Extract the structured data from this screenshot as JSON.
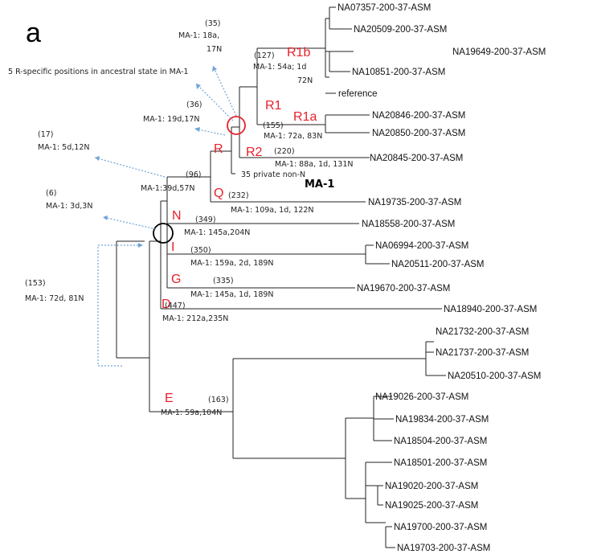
{
  "panel_label": "a",
  "leaves": [
    "NA07357-200-37-ASM",
    "NA20509-200-37-ASM",
    "NA19649-200-37-ASM",
    "NA10851-200-37-ASM",
    "reference",
    "NA20846-200-37-ASM",
    "NA20850-200-37-ASM",
    "NA20845-200-37-ASM",
    "NA19735-200-37-ASM",
    "NA18558-200-37-ASM",
    "NA06994-200-37-ASM",
    "NA20511-200-37-ASM",
    "NA19670-200-37-ASM",
    "NA18940-200-37-ASM",
    "NA21732-200-37-ASM",
    "NA21737-200-37-ASM",
    "NA20510-200-37-ASM",
    "NA19026-200-37-ASM",
    "NA19834-200-37-ASM",
    "NA18504-200-37-ASM",
    "NA18501-200-37-ASM",
    "NA19020-200-37-ASM",
    "NA19025-200-37-ASM",
    "NA19700-200-37-ASM",
    "NA19703-200-37-ASM"
  ],
  "sample_label": "MA-1",
  "private_note": "35 private non-N",
  "haplogroups": [
    "R1b",
    "R1",
    "R1a",
    "R",
    "R2",
    "Q",
    "N",
    "I",
    "G",
    "D",
    "E"
  ],
  "branch_counts": [
    "(127)",
    "(155)",
    "(220)",
    "(96)",
    "(232)",
    "(349)",
    "(350)",
    "(335)",
    "(447)",
    "(163)"
  ],
  "branch_notes": [
    "MA-1: 54a; 1d",
    "72N",
    "MA-1: 72a, 83N",
    "MA-1: 88a, 1d, 131N",
    "MA-1:39d,57N",
    "MA-1: 109a, 1d, 122N",
    "MA-1: 145a,204N",
    "MA-1: 159a, 2d, 189N",
    "MA-1: 145a, 1d, 189N",
    "MA-1: 212a,235N",
    "MA-1: 59a,104N"
  ],
  "ancestral_notes": [
    {
      "count": "(35)",
      "line1": "MA-1: 18a,",
      "line2": "17N"
    },
    {
      "count": "",
      "line1": "5 R-specific positions in ancestral state in MA-1",
      "line2": ""
    },
    {
      "count": "(36)",
      "line1": "MA-1: 19d,17N",
      "line2": ""
    },
    {
      "count": "(17)",
      "line1": "MA-1: 5d,12N",
      "line2": ""
    },
    {
      "count": "(6)",
      "line1": "MA-1: 3d,3N",
      "line2": ""
    },
    {
      "count": "(153)",
      "line1": "MA-1: 72d, 81N",
      "line2": ""
    }
  ],
  "colors": {
    "haplogroup": "#e8202a",
    "arrow": "#6fa3d6",
    "circle_R1": "#e8202a",
    "circle_root": "#000000"
  }
}
